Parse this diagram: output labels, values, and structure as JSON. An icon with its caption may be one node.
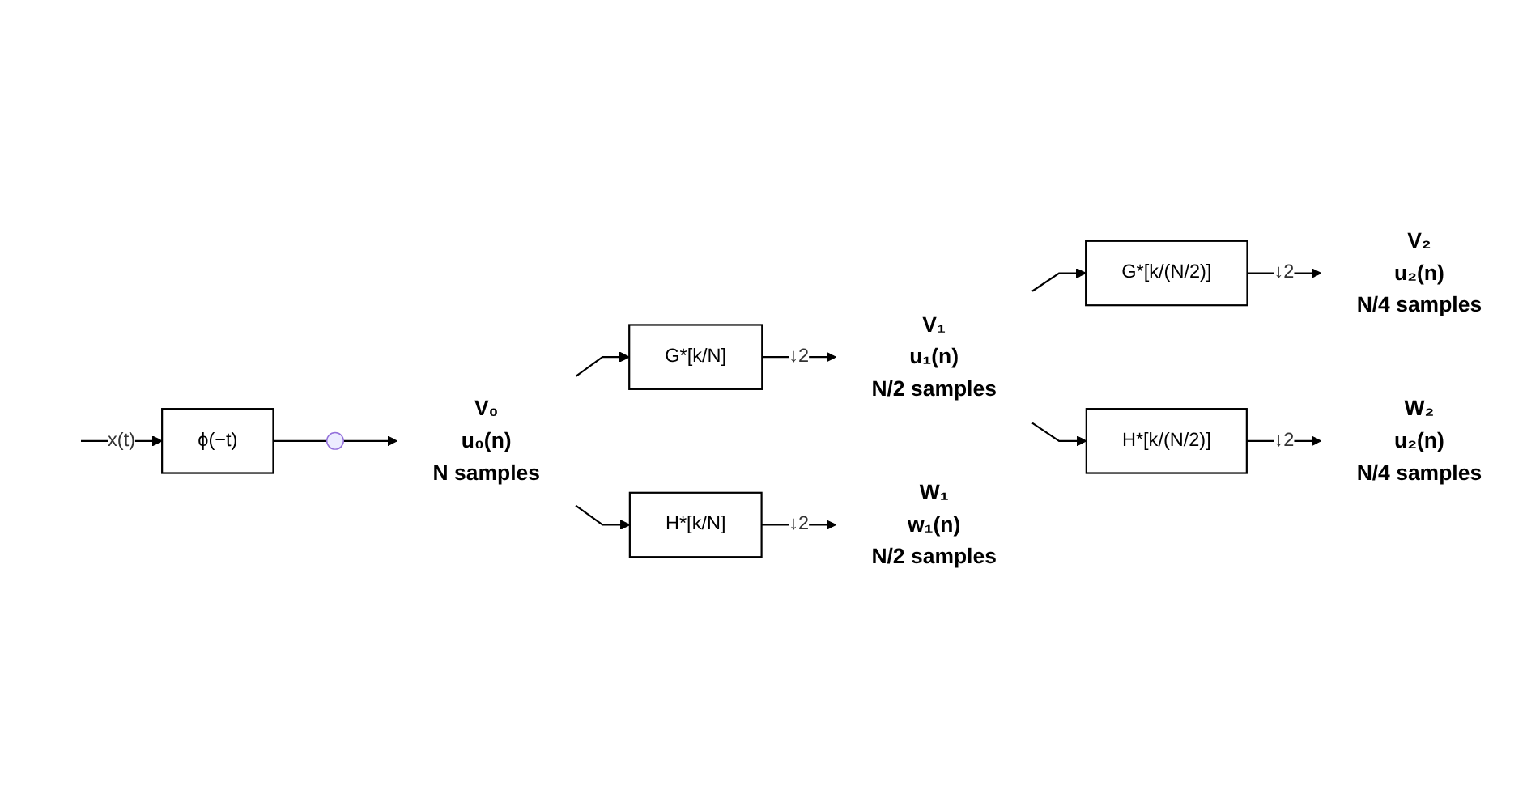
{
  "diagram": {
    "nodes": [
      {
        "text": [
          "ϕ(−t)"
        ]
      },
      {
        "text": [],
        "shape": "switch"
      },
      {
        "text": [
          "V₀",
          "u₀(n)"
        ],
        "beside": [
          "N samples"
        ]
      },
      {
        "text": [
          "G*[k/N]"
        ]
      },
      {
        "text": [
          "H*[k/N]"
        ]
      },
      {
        "text": [
          "V₁",
          "u₁(n)"
        ],
        "beside": [
          "N/2 samples"
        ]
      },
      {
        "text": [
          "W₁",
          "w₁(n)"
        ],
        "beside": [
          "N/2 samples"
        ]
      },
      {
        "text": [
          "G*[k/(N/2)]"
        ]
      },
      {
        "text": [
          "H*[k/(N/2)]"
        ]
      },
      {
        "text": [
          "V₂",
          "u₂(n)"
        ],
        "beside": [
          "N/4 samples"
        ]
      },
      {
        "text": [
          "W₂",
          "u₂(n)"
        ],
        "beside": [
          "N/4 samples"
        ]
      }
    ],
    "edges": [
      {
        "from": null,
        "to": 0,
        "arrow": "to",
        "label": "x(t)"
      },
      {
        "from": 0,
        "to": 1,
        "arrow": "none"
      },
      {
        "from": 1,
        "to": 2,
        "arrow": "to"
      },
      {
        "from": 2,
        "to": 3,
        "arrow": "to"
      },
      {
        "from": 2,
        "to": 4,
        "arrow": "to"
      },
      {
        "from": 3,
        "to": 5,
        "arrow": "to",
        "label": "↓2"
      },
      {
        "from": 4,
        "to": 6,
        "arrow": "to",
        "label": "↓2"
      },
      {
        "from": 5,
        "to": 7,
        "arrow": "to"
      },
      {
        "from": 5,
        "to": 8,
        "arrow": "to"
      },
      {
        "from": 7,
        "to": 9,
        "arrow": "to",
        "label": "↓2"
      },
      {
        "from": 8,
        "to": 10,
        "arrow": "to",
        "label": "↓2"
      }
    ]
  }
}
